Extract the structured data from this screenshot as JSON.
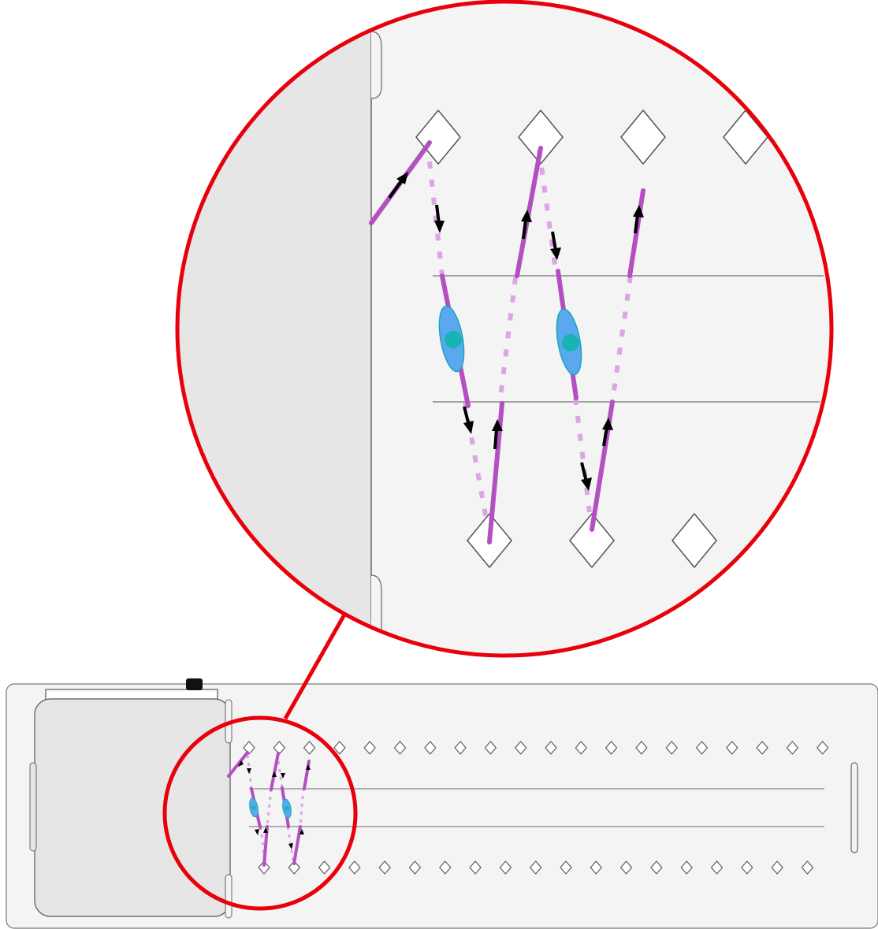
{
  "diagram": {
    "colors": {
      "magnifier_ring": "#e8000b",
      "thread": "#b44fc2",
      "thread_hidden": "#dba6e3",
      "arrow": "#000000",
      "ovule_outer": "#5aa9f0",
      "ovule_inner": "#17b4b4",
      "board": "#f4f4f4",
      "block": "#e6e6e6",
      "outline": "#555555"
    },
    "icons": {
      "pin": "diamond",
      "bead": "ellipse",
      "direction": "arrow"
    },
    "pins_top_row_count": 20,
    "pins_bottom_row_count": 19
  }
}
